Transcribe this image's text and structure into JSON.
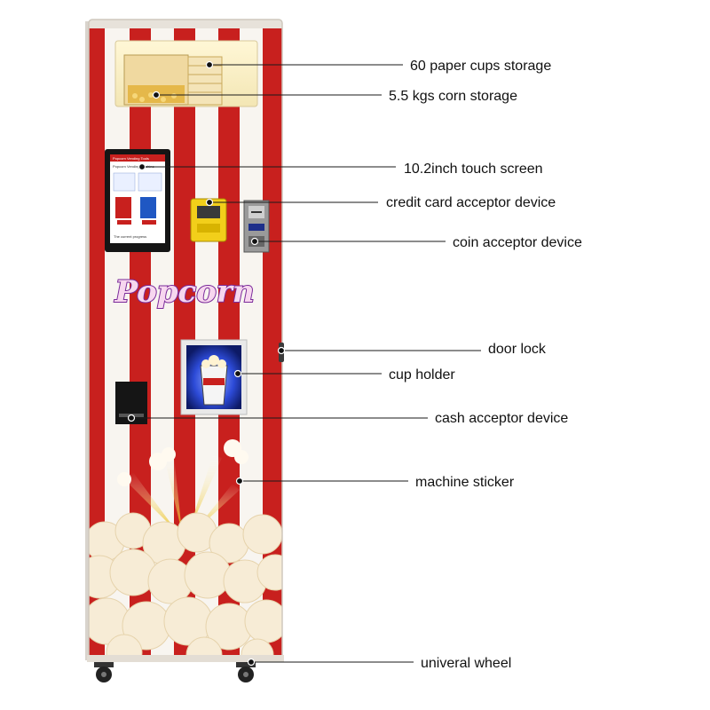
{
  "machine": {
    "logo_text": "Popcorn",
    "screen_title": "Popcorn Vending Tools",
    "screen_subtitle": "Popcorn Vending Machine",
    "screen_footer": "The current progress"
  },
  "colors": {
    "stripe_red": "#c8201e",
    "stripe_white": "#f8f5f0",
    "leader_line": "#1a1a1a",
    "label_text": "#111111",
    "cup_holder_glow": "#2d4bd8",
    "card_reader": "#f2cf1a"
  },
  "labels": [
    {
      "id": "paper-cups-storage",
      "text": "60 paper cups storage"
    },
    {
      "id": "corn-storage",
      "text": "5.5 kgs corn storage"
    },
    {
      "id": "touch-screen",
      "text": "10.2inch touch screen"
    },
    {
      "id": "credit-card-acceptor",
      "text": "credit card acceptor device"
    },
    {
      "id": "coin-acceptor",
      "text": "coin acceptor device"
    },
    {
      "id": "door-lock",
      "text": "door lock"
    },
    {
      "id": "cup-holder",
      "text": "cup holder"
    },
    {
      "id": "cash-acceptor",
      "text": "cash acceptor device"
    },
    {
      "id": "machine-sticker",
      "text": "machine sticker"
    },
    {
      "id": "universal-wheel",
      "text": "univeral wheel"
    }
  ]
}
